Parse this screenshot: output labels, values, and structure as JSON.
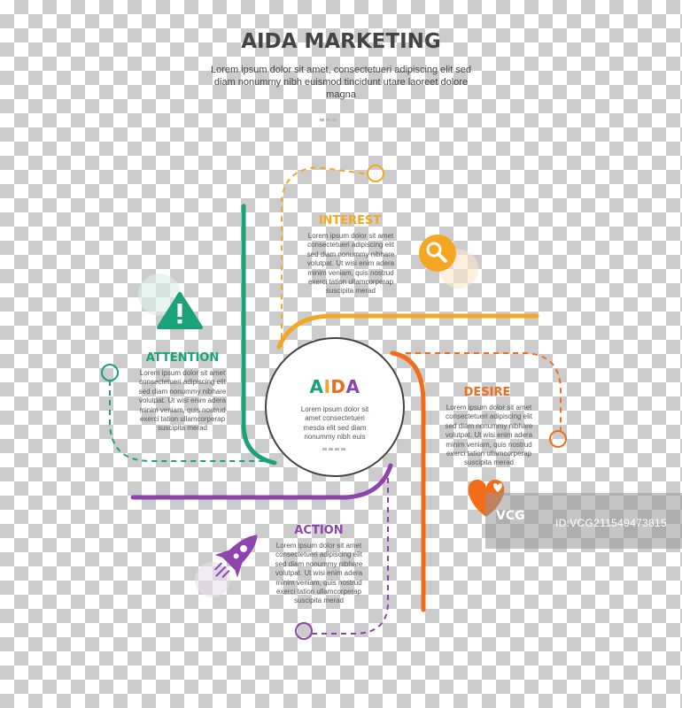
{
  "header": {
    "title": "AIDA MARKETING",
    "subtitle": "Lorem ipsum dolor sit amet, consectetueri adipiscing elit sed diam nonummy nibh euismod tincidunt utare laoreet dolore magna"
  },
  "colors": {
    "attention": "#1aa37a",
    "interest": "#f5a623",
    "desire": "#f26c1a",
    "action": "#8e44ad",
    "ring": "#444444"
  },
  "center": {
    "letters": [
      "A",
      "I",
      "D",
      "A"
    ],
    "text": "Lorem ipsum dolor sit amet consectetueri mesda elit sed diam nonummy nibh euis"
  },
  "sections": {
    "attention": {
      "heading": "ATTENTION",
      "text": "Lorem ipsum dolor sit amet consectetueri adipiscing elit sed diam nonummy nibhare volutpat. Ut wisi enim adera minim veniam, quis nostrud exerci tation ullamcorperap suscipita merad",
      "icon": "warning-icon"
    },
    "interest": {
      "heading": "INTEREST",
      "text": "Lorem ipsum dolor sit amet consectetueri adipiscing elit sed diam nonummy nibhare volutpat. Ut wisi enim adera minim veniam, quis nostrud exerci tation ullamcorperap suscipita merad",
      "icon": "search-icon"
    },
    "desire": {
      "heading": "DESIRE",
      "text": "Lorem ipsum dolor sit amet consectetueri adipiscing elit sed diam nonummy nibhare volutpat. Ut wisi enim adera minim veniam, quis nostrud exerci tation ullamcorperap suscipita merad",
      "icon": "heart-icon"
    },
    "action": {
      "heading": "ACTION",
      "text": "Lorem ipsum dolor sit amet consectetueri adipiscing elit sed diam nonummy nibhare volutpat. Ut wisi enim adera minim veniam, quis nostrud exerci tation ullamcorperap suscipita merad",
      "icon": "rocket-icon"
    }
  },
  "watermark": {
    "logo": "VCG",
    "id": "ID:VCG211549473815"
  }
}
